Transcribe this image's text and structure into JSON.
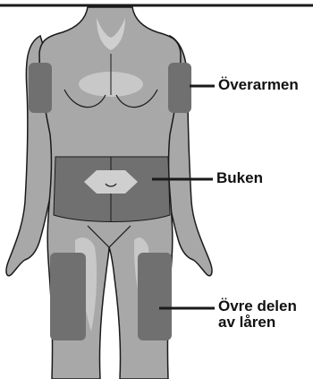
{
  "labels": {
    "upper_arm": "Överarmen",
    "abdomen": "Buken",
    "thigh_line1": "Övre delen",
    "thigh_line2": "av låren"
  },
  "colors": {
    "body": "#a8a8a8",
    "outline": "#1a1a1a",
    "highlight": "#cfcfcf",
    "injection_zone": "#707070",
    "text": "#111111"
  }
}
